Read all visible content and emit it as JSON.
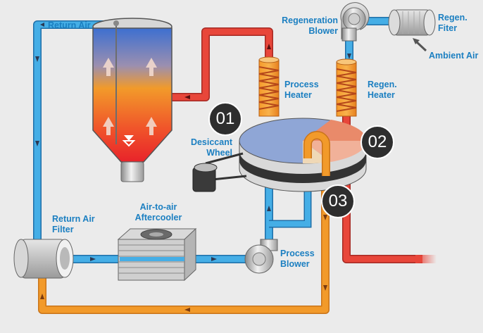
{
  "labels": {
    "return_air": "Return Air",
    "regeneration_blower_line1": "Regeneration",
    "regeneration_blower_line2": "Blower",
    "regen_filter_line1": "Regen.",
    "regen_filter_line2": "Fiter",
    "ambient_air": "Ambient Air",
    "process_heater_line1": "Process",
    "process_heater_line2": "Heater",
    "regen_heater_line1": "Regen.",
    "regen_heater_line2": "Heater",
    "desiccant_wheel_line1": "Desiccant",
    "desiccant_wheel_line2": "Wheel",
    "return_air_filter_line1": "Return Air",
    "return_air_filter_line2": "Filter",
    "aftercooler_line1": "Air-to-air",
    "aftercooler_line2": "Aftercooler",
    "process_blower_line1": "Process",
    "process_blower_line2": "Blower"
  },
  "badges": {
    "b1": "01",
    "b2": "02",
    "b3": "03"
  },
  "colors": {
    "cool_air": "#45aee6",
    "hot_air": "#e8463a",
    "warm_air": "#f29a2a",
    "label_blue": "#1b7fc1",
    "badge": "#2e2e2e"
  }
}
